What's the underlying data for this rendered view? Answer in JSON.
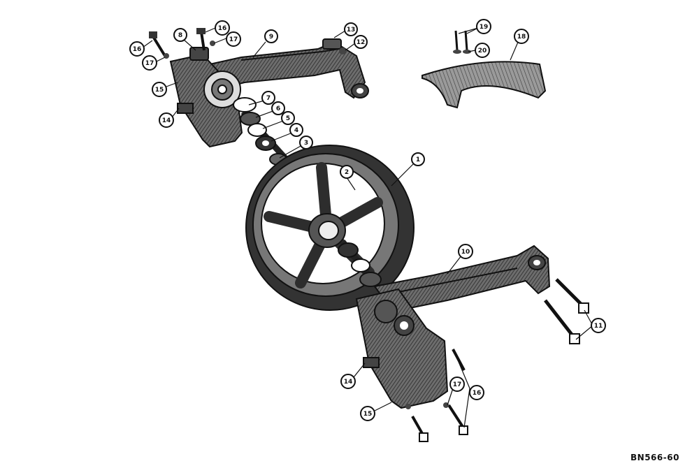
{
  "drawing_code": "BN566-60",
  "callouts": [
    {
      "id": "c1",
      "label": "1"
    },
    {
      "id": "c2",
      "label": "2"
    },
    {
      "id": "c3",
      "label": "3"
    },
    {
      "id": "c4",
      "label": "4"
    },
    {
      "id": "c5",
      "label": "5"
    },
    {
      "id": "c6",
      "label": "6"
    },
    {
      "id": "c7",
      "label": "7"
    },
    {
      "id": "c8",
      "label": "8"
    },
    {
      "id": "c9",
      "label": "9"
    },
    {
      "id": "c10",
      "label": "10"
    },
    {
      "id": "c11",
      "label": "11"
    },
    {
      "id": "c12",
      "label": "12"
    },
    {
      "id": "c13",
      "label": "13"
    },
    {
      "id": "c14a",
      "label": "14"
    },
    {
      "id": "c14b",
      "label": "14"
    },
    {
      "id": "c15a",
      "label": "15"
    },
    {
      "id": "c15b",
      "label": "15"
    },
    {
      "id": "c16a",
      "label": "16"
    },
    {
      "id": "c16b",
      "label": "16"
    },
    {
      "id": "c16c",
      "label": "16"
    },
    {
      "id": "c17a",
      "label": "17"
    },
    {
      "id": "c17b",
      "label": "17"
    },
    {
      "id": "c17c",
      "label": "17"
    },
    {
      "id": "c18",
      "label": "18"
    },
    {
      "id": "c19",
      "label": "19"
    },
    {
      "id": "c20",
      "label": "20"
    }
  ]
}
